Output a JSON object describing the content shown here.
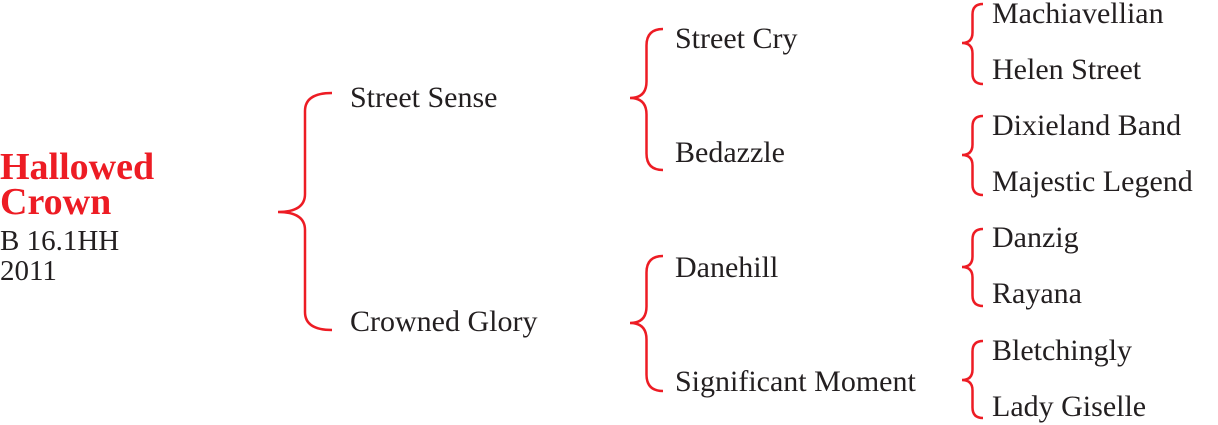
{
  "horse": {
    "name_line1": "Hallowed",
    "name_line2": "Crown",
    "description": "B 16.1HH",
    "year": "2011"
  },
  "sire": "Street Sense",
  "dam": "Crowned Glory",
  "grandparents": [
    "Street Cry",
    "Bedazzle",
    "Danehill",
    "Significant Moment"
  ],
  "great_grandparents": [
    "Machiavellian",
    "Helen Street",
    "Dixieland Band",
    "Majestic Legend",
    "Danzig",
    "Rayana",
    "Bletchingly",
    "Lady Giselle"
  ],
  "colors": {
    "accent": "#ed1c24",
    "text": "#231f20"
  }
}
